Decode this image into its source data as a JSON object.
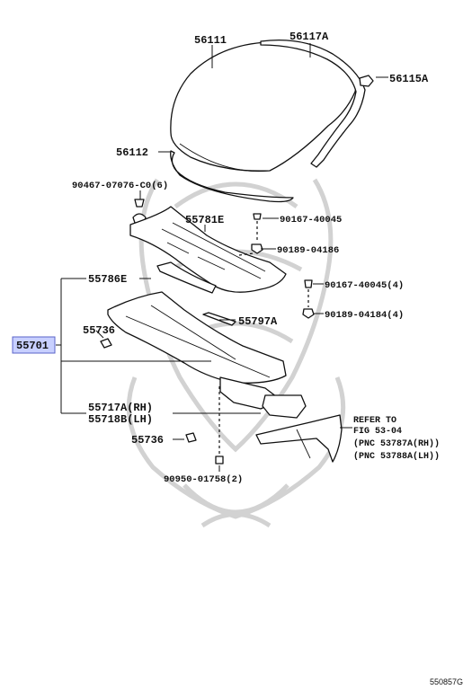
{
  "labels": {
    "p56111": "56111",
    "p56117A": "56117A",
    "p56115A": "56115A",
    "p56112": "56112",
    "p90467": "90467-07076-C0(6)",
    "p55781E": "55781E",
    "p90167_a": "90167-40045",
    "p90189_a": "90189-04186",
    "p55786E": "55786E",
    "p90167_b": "90167-40045(4)",
    "p55797A": "55797A",
    "p90189_b": "90189-04184(4)",
    "p55736_a": "55736",
    "p55701": "55701",
    "p55717A": "55717A(RH)",
    "p55718B": "55718B(LH)",
    "p55736_b": "55736",
    "p90950": "90950-01758(2)"
  },
  "reference": {
    "line1": "REFER TO",
    "line2": "FIG 53-04",
    "line3": "(PNC 53787A(RH))",
    "line4": "(PNC 53788A(LH))"
  },
  "figure_code": "550857G",
  "colors": {
    "highlight_fill": "#c8d0ff",
    "highlight_border": "#5a63c8",
    "ink": "#111111",
    "watermark": "#d2d2d2"
  }
}
